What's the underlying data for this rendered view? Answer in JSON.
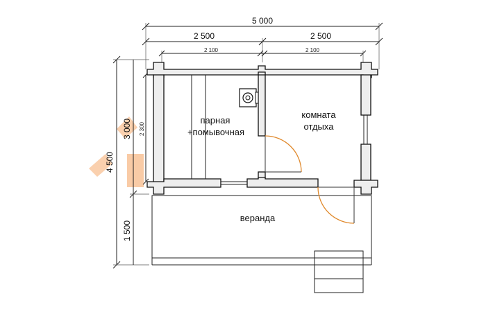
{
  "dimensions": {
    "overall_width": "5 000",
    "left_section": "2 500",
    "right_section": "2 500",
    "left_inner": "2 100",
    "right_inner": "2 100",
    "overall_depth": "4 500",
    "rooms_depth": "3 000",
    "rooms_inner_depth": "2 300",
    "veranda_depth": "1 500"
  },
  "rooms": {
    "steam_room_line1": "парная",
    "steam_room_line2": "+помывочная",
    "rest_room_line1": "комната",
    "rest_room_line2": "отдыха",
    "veranda": "веранда"
  },
  "colors": {
    "door_swing": "#e08a2e",
    "watermark_orange": "#f28c3a",
    "wall_fill": "#eeeeee",
    "line": "#111111"
  }
}
